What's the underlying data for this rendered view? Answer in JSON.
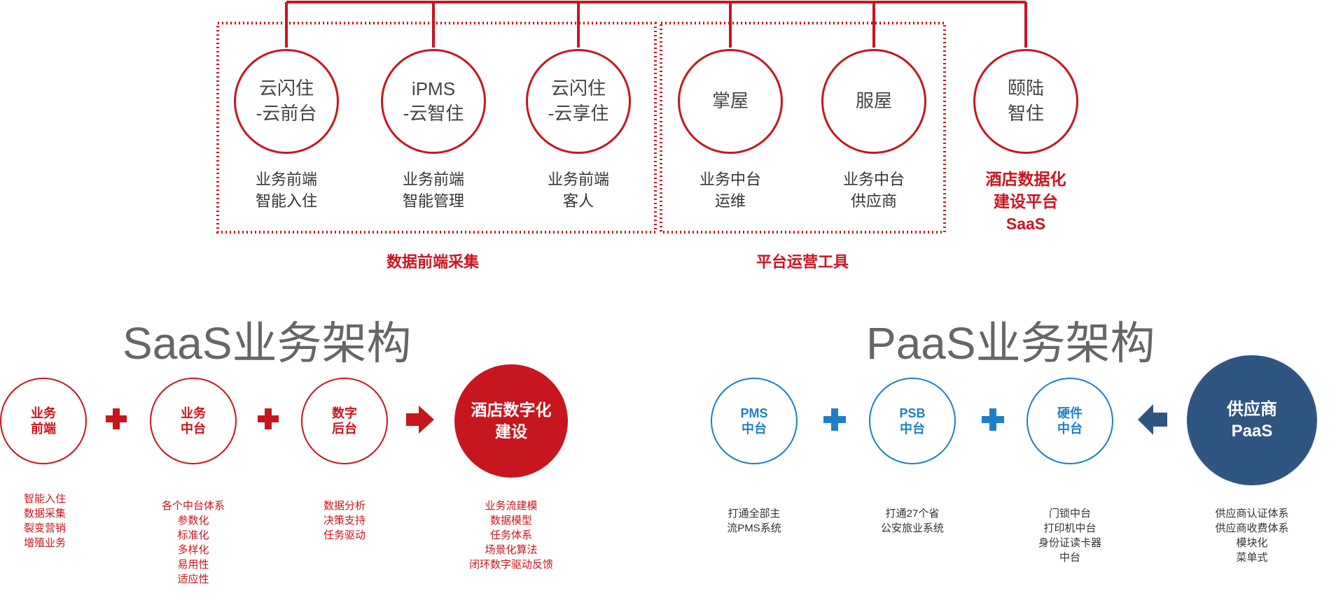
{
  "top": {
    "nodes": [
      {
        "lines": [
          "云闪住",
          "-云前台"
        ],
        "caption": [
          "业务前端",
          "智能入住"
        ]
      },
      {
        "lines": [
          "iPMS",
          "-云智住"
        ],
        "caption": [
          "业务前端",
          "智能管理"
        ]
      },
      {
        "lines": [
          "云闪住",
          "-云享住"
        ],
        "caption": [
          "业务前端",
          "客人"
        ]
      },
      {
        "lines": [
          "掌屋"
        ],
        "caption": [
          "业务中台",
          "运维"
        ]
      },
      {
        "lines": [
          "服屋"
        ],
        "caption": [
          "业务中台",
          "供应商"
        ]
      },
      {
        "lines": [
          "颐陆",
          "智住"
        ],
        "caption": [
          "酒店数据化",
          "建设平台",
          "SaaS"
        ]
      }
    ],
    "group_labels": [
      "数据前端采集",
      "平台运营工具"
    ]
  },
  "saas": {
    "title": "SaaS业务架构",
    "circles": [
      {
        "lines": [
          "业务",
          "前端"
        ],
        "items": [
          "智能入住",
          "数据采集",
          "裂变营销",
          "增殖业务"
        ]
      },
      {
        "lines": [
          "业务",
          "中台"
        ],
        "items": [
          "各个中台体系",
          "参数化",
          "标准化",
          "多样化",
          "易用性",
          "适应性"
        ]
      },
      {
        "lines": [
          "数字",
          "后台"
        ],
        "items": [
          "数据分析",
          "决策支持",
          "任务驱动"
        ]
      }
    ],
    "result": {
      "lines": [
        "酒店数字化",
        "建设"
      ],
      "items": [
        "业务流建模",
        "数据模型",
        "任务体系",
        "场景化算法",
        "闭环数字驱动反馈"
      ]
    },
    "plus_icon": "plus-icon",
    "arrow_icon": "arrow-right-icon"
  },
  "paas": {
    "title": "PaaS业务架构",
    "circles": [
      {
        "lines": [
          "PMS",
          "中台"
        ],
        "items": [
          "打通全部主",
          "流PMS系统"
        ]
      },
      {
        "lines": [
          "PSB",
          "中台"
        ],
        "items": [
          "打通27个省",
          "公安旅业系统"
        ]
      },
      {
        "lines": [
          "硬件",
          "中台"
        ],
        "items": [
          "门锁中台",
          "打印机中台",
          "身份证读卡器",
          "中台"
        ]
      }
    ],
    "result": {
      "lines": [
        "供应商",
        "PaaS"
      ],
      "items": [
        "供应商认证体系",
        "供应商收费体系",
        "模块化",
        "菜单式"
      ]
    },
    "plus_icon": "plus-icon",
    "arrow_icon": "arrow-left-icon"
  },
  "colors": {
    "red": "#c8161e",
    "blue": "#1f7fc4",
    "navy": "#2e5680",
    "gray_text": "#666666"
  }
}
